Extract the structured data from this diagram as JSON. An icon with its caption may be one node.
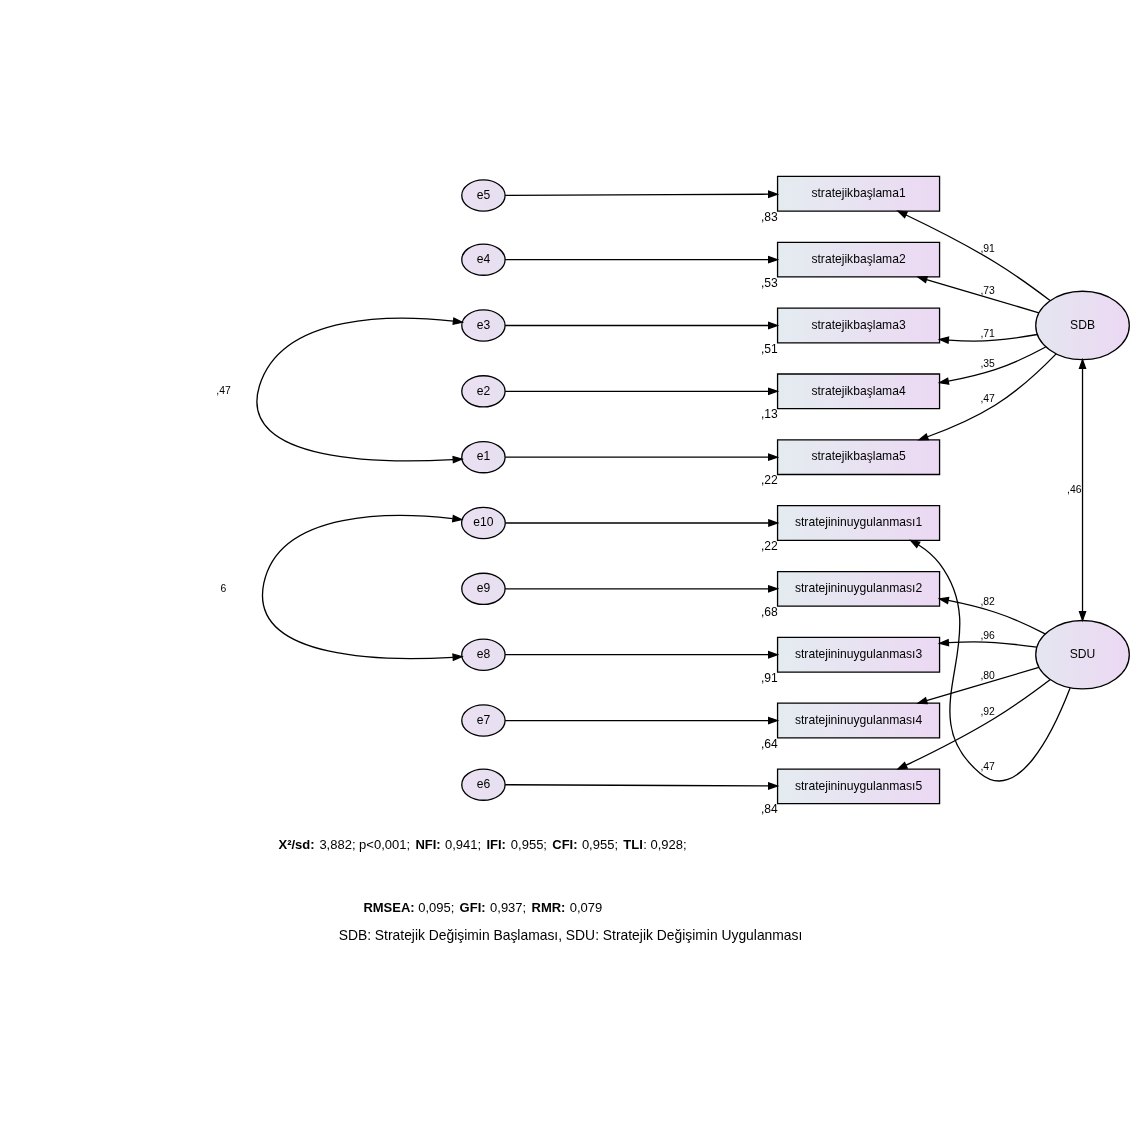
{
  "diagram": {
    "caption": "SDB: Stratejik Değişimin Başlaması, SDU: Stratejik Değişimin Uygulanması",
    "nodes": [
      {
        "text": [
          "e5"
        ]
      },
      {
        "text": [
          "e4"
        ]
      },
      {
        "text": [
          "e3"
        ]
      },
      {
        "text": [
          "e2"
        ]
      },
      {
        "text": [
          "e1"
        ]
      },
      {
        "text": [
          "stratejikbaşlama1"
        ],
        "beside": [
          ",83"
        ]
      },
      {
        "text": [
          "stratejikbaşlama2"
        ],
        "beside": [
          ",53"
        ]
      },
      {
        "text": [
          "stratejikbaşlama3"
        ],
        "beside": [
          ",51"
        ]
      },
      {
        "text": [
          "stratejikbaşlama4"
        ],
        "beside": [
          ",13"
        ]
      },
      {
        "text": [
          "stratejikbaşlama5"
        ],
        "beside": [
          ",22"
        ]
      },
      {
        "text": [
          "SDB"
        ]
      },
      {
        "text": [
          "e10"
        ]
      },
      {
        "text": [
          "e9"
        ]
      },
      {
        "text": [
          "e8"
        ]
      },
      {
        "text": [
          "e7"
        ]
      },
      {
        "text": [
          "e6"
        ]
      },
      {
        "text": [
          "stratejininuygulanması1"
        ],
        "beside": [
          ",22"
        ]
      },
      {
        "text": [
          "stratejininuygulanması2"
        ],
        "beside": [
          ",68"
        ]
      },
      {
        "text": [
          "stratejininuygulanması3"
        ],
        "beside": [
          ",91"
        ]
      },
      {
        "text": [
          "stratejininuygulanması4"
        ],
        "beside": [
          ",64"
        ]
      },
      {
        "text": [
          "stratejininuygulanması5"
        ],
        "beside": [
          ",84"
        ]
      },
      {
        "text": [
          "SDU"
        ]
      }
    ],
    "edges": [
      {
        "from": 0,
        "to": 5,
        "arrow": "to"
      },
      {
        "from": 1,
        "to": 6,
        "arrow": "to"
      },
      {
        "from": 2,
        "to": 7,
        "arrow": "to"
      },
      {
        "from": 3,
        "to": 8,
        "arrow": "to"
      },
      {
        "from": 4,
        "to": 9,
        "arrow": "to"
      },
      {
        "from": 10,
        "to": 5,
        "arrow": "to",
        "label": ",91"
      },
      {
        "from": 10,
        "to": 6,
        "arrow": "to",
        "label": ",73"
      },
      {
        "from": 10,
        "to": 7,
        "arrow": "to",
        "label": ",71"
      },
      {
        "from": 10,
        "to": 8,
        "arrow": "to",
        "label": ",35"
      },
      {
        "from": 10,
        "to": 9,
        "arrow": "to",
        "label": ",47"
      },
      {
        "from": 2,
        "to": 4,
        "arrow": "both",
        "label": ",47"
      },
      {
        "from": 11,
        "to": 16,
        "arrow": "to"
      },
      {
        "from": 12,
        "to": 17,
        "arrow": "to"
      },
      {
        "from": 13,
        "to": 18,
        "arrow": "to"
      },
      {
        "from": 14,
        "to": 19,
        "arrow": "to"
      },
      {
        "from": 15,
        "to": 20,
        "arrow": "to"
      },
      {
        "from": 21,
        "to": 16,
        "arrow": "to",
        "label": ",47"
      },
      {
        "from": 21,
        "to": 17,
        "arrow": "to",
        "label": ",82"
      },
      {
        "from": 21,
        "to": 18,
        "arrow": "to",
        "label": ",96"
      },
      {
        "from": 21,
        "to": 19,
        "arrow": "to",
        "label": ",80"
      },
      {
        "from": 21,
        "to": 20,
        "arrow": "to",
        "label": ",92"
      },
      {
        "from": 11,
        "to": 13,
        "arrow": "both",
        "label": "6"
      },
      {
        "from": 10,
        "to": 21,
        "arrow": "both",
        "label": ",46"
      }
    ],
    "labels": [
      "**X²/sd:** 3,882; p<0,001; **NFI:** 0,941; **IFI:** 0,955; **CFI:** 0,955; **TLI**: 0,928;",
      "**RMSEA:** 0,095; **GFI:** 0,937; **RMR:** 0,079"
    ]
  }
}
